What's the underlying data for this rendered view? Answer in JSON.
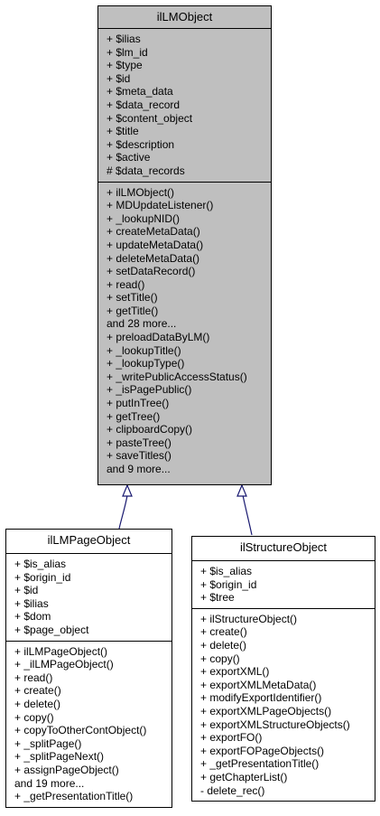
{
  "classes": {
    "base": {
      "name": "ilLMObject",
      "attributes": [
        "+ $ilias",
        "+ $lm_id",
        "+ $type",
        "+ $id",
        "+ $meta_data",
        "+ $data_record",
        "+ $content_object",
        "+ $title",
        "+ $description",
        "+ $active",
        "# $data_records"
      ],
      "methods": [
        "+ ilLMObject()",
        "+ MDUpdateListener()",
        "+ _lookupNID()",
        "+ createMetaData()",
        "+ updateMetaData()",
        "+ deleteMetaData()",
        "+ setDataRecord()",
        "+ read()",
        "+ setTitle()",
        "+ getTitle()",
        "and 28 more...",
        "+ preloadDataByLM()",
        "+ _lookupTitle()",
        "+ _lookupType()",
        "+ _writePublicAccessStatus()",
        "+ _isPagePublic()",
        "+ putInTree()",
        "+ getTree()",
        "+ clipboardCopy()",
        "+ pasteTree()",
        "+ saveTitles()",
        "and 9 more..."
      ]
    },
    "page": {
      "name": "ilLMPageObject",
      "attributes": [
        "+ $is_alias",
        "+ $origin_id",
        "+ $id",
        "+ $ilias",
        "+ $dom",
        "+ $page_object"
      ],
      "methods": [
        "+ ilLMPageObject()",
        "+ _ilLMPageObject()",
        "+ read()",
        "+ create()",
        "+ delete()",
        "+ copy()",
        "+ copyToOtherContObject()",
        "+ _splitPage()",
        "+ _splitPageNext()",
        "+ assignPageObject()",
        "and 19 more...",
        "+ _getPresentationTitle()"
      ]
    },
    "structure": {
      "name": "ilStructureObject",
      "attributes": [
        "+ $is_alias",
        "+ $origin_id",
        "+ $tree"
      ],
      "methods": [
        "+ ilStructureObject()",
        "+ create()",
        "+ delete()",
        "+ copy()",
        "+ exportXML()",
        "+ exportXMLMetaData()",
        "+ modifyExportIdentifier()",
        "+ exportXMLPageObjects()",
        "+ exportXMLStructureObjects()",
        "+ exportFO()",
        "+ exportFOPageObjects()",
        "+ _getPresentationTitle()",
        "+ getChapterList()",
        "- delete_rec()"
      ]
    }
  },
  "colors": {
    "edge": "#191970",
    "base_fill": "#bfbfbf",
    "box_fill": "#ffffff"
  }
}
